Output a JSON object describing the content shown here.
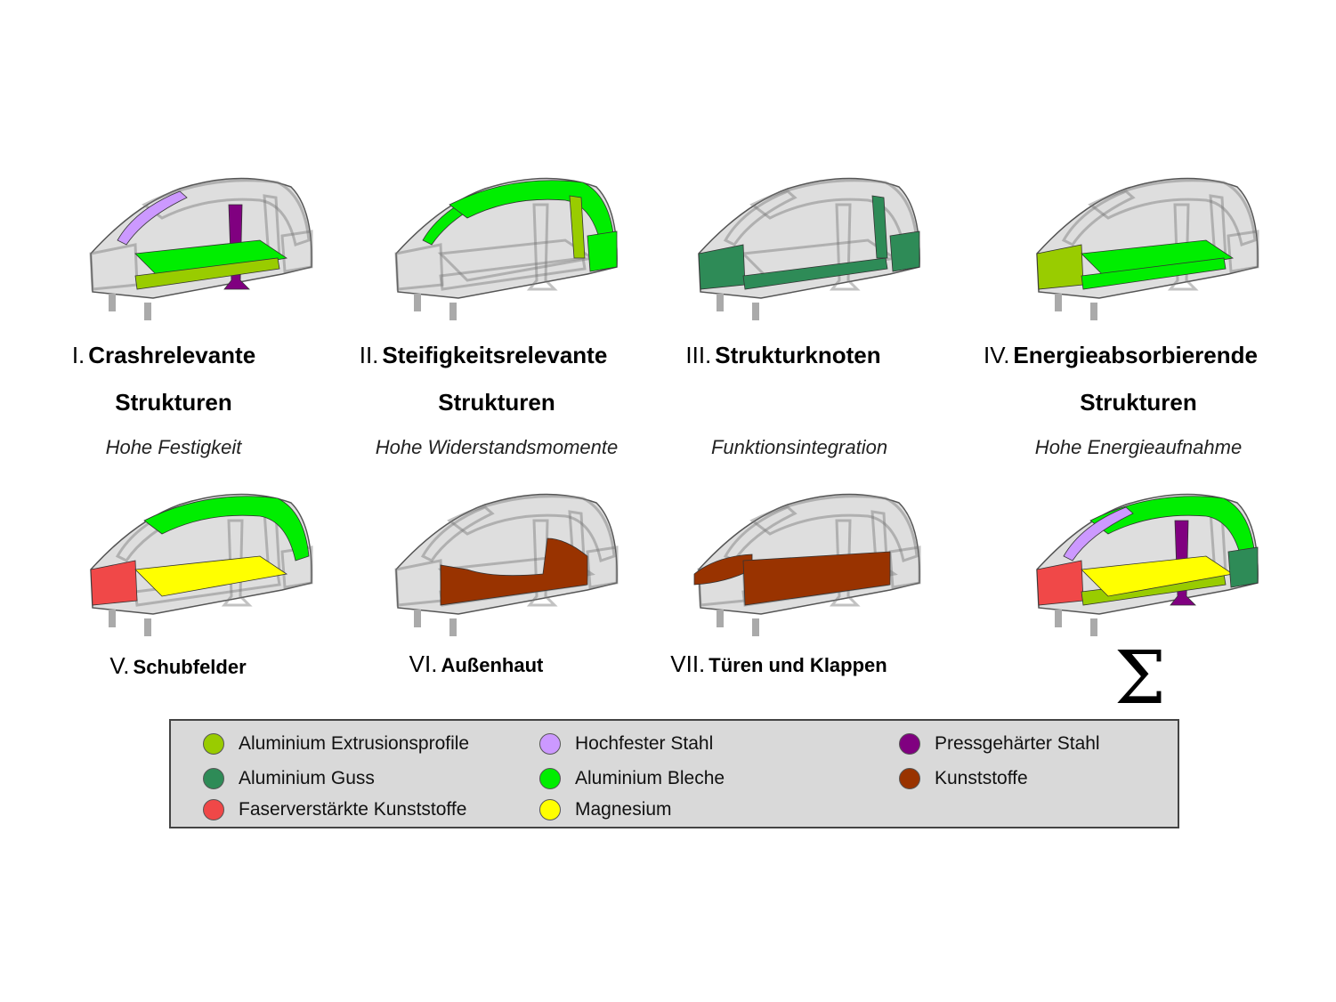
{
  "panels": [
    {
      "num": "I.",
      "title": "Crashrelevante",
      "title2": "Strukturen",
      "subtitle": "Hohe Festigkeit"
    },
    {
      "num": "II.",
      "title": "Steifigkeitsrelevante",
      "title2": "Strukturen",
      "subtitle": "Hohe Widerstandsmomente"
    },
    {
      "num": "III.",
      "title": "Strukturknoten",
      "subtitle": "Funktionsintegration"
    },
    {
      "num": "IV.",
      "title": "Energieabsorbierende",
      "title2": "Strukturen",
      "subtitle": "Hohe Energieaufnahme"
    },
    {
      "num": "V.",
      "title": "Schubfelder"
    },
    {
      "num": "VI.",
      "title": "Außenhaut"
    },
    {
      "num": "VII.",
      "title": "Türen und Klappen"
    }
  ],
  "sum_symbol": "Σ",
  "legend": [
    {
      "label": "Aluminium Extrusionsprofile",
      "color": "#99cc00"
    },
    {
      "label": "Aluminium Guss",
      "color": "#2e8b57"
    },
    {
      "label": "Faserverstärkte Kunststoffe",
      "color": "#f04848"
    },
    {
      "label": "Hochfester Stahl",
      "color": "#cc99ff"
    },
    {
      "label": "Aluminium Bleche",
      "color": "#00ee00"
    },
    {
      "label": "Magnesium",
      "color": "#ffff00"
    },
    {
      "label": "Pressgehärter Stahl",
      "color": "#800080"
    },
    {
      "label": "Kunststoffe",
      "color": "#993300"
    }
  ]
}
